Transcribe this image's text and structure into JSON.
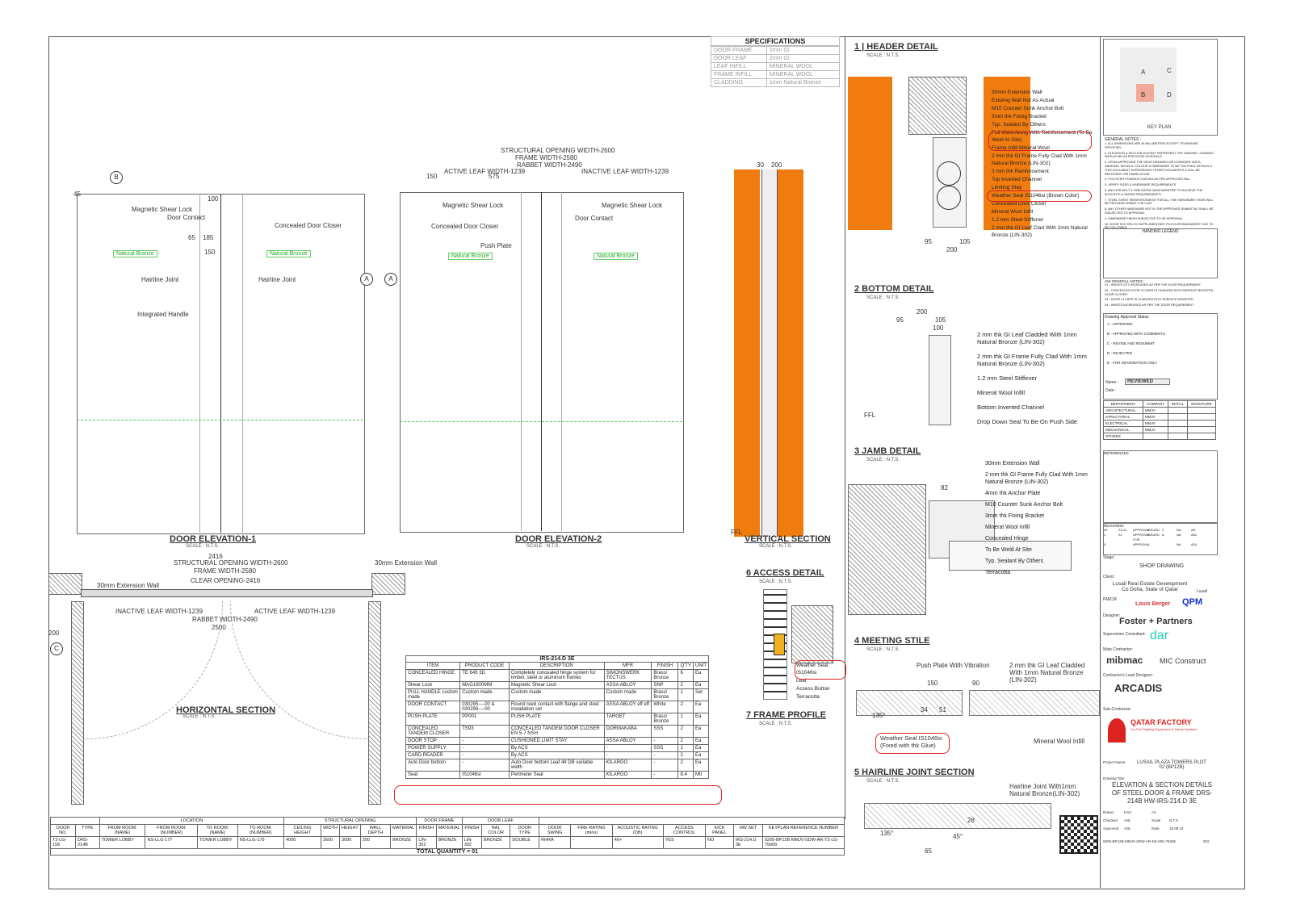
{
  "specifications": {
    "title": "SPECIFICATIONS",
    "rows": [
      {
        "k": "DOOR FRAME",
        "v": "2mm GI"
      },
      {
        "k": "DOOR LEAF",
        "v": "2mm GI"
      },
      {
        "k": "LEAF INFILL",
        "v": "MINERAL WOOL"
      },
      {
        "k": "FRAME INFILL",
        "v": "MINERAL WOOL"
      },
      {
        "k": "CLADDING",
        "v": "1mm Natural Bronze"
      }
    ]
  },
  "elevation1": {
    "title": "DOOR ELEVATION-1",
    "scale": "SCALE : N.T.S.",
    "labels": {
      "magnetic": "Magnetic Shear Lock",
      "door_contact": "Door Contact",
      "concealed": "Concealed Door Closer",
      "hairline": "Hairline Joint",
      "handle": "Integrated Handle",
      "bronze": "Natural Bronze",
      "dim150": "150",
      "dim65": "65",
      "dim185": "185",
      "dim100": "100",
      "dim45": "45"
    }
  },
  "elevation2": {
    "title": "DOOR ELEVATION-2",
    "scale": "SCALE : N.T.S.",
    "dims": {
      "structural": "STRUCTURAL OPENING WIDTH-2600",
      "frame": "FRAME WIDTH-2580",
      "rabbet": "RABBET WIDTH-2490",
      "active": "ACTIVE LEAF WIDTH-1239",
      "inactive": "INACTIVE LEAF WIDTH-1239",
      "d150": "150",
      "d575": "575"
    },
    "push_plate": "Push Plate"
  },
  "vertical_section": {
    "title": "VERTICAL SECTION",
    "scale": "SCALE : N.T.S.",
    "d30": "30",
    "d200": "200",
    "ffl": "FFL"
  },
  "horizontal_section": {
    "title": "HORIZONTAL SECTION",
    "scale": "SCALE : N.T.S.",
    "dims": {
      "w2416": "2416",
      "structural": "STRUCTURAL OPENING WIDTH-2600",
      "frame": "FRAME WIDTH-2580",
      "clear": "CLEAR OPENING-2416",
      "inactive": "INACTIVE LEAF WIDTH-1239",
      "active": "ACTIVE LEAF WIDTH-1239",
      "rabbet": "RABBET WIDTH-2490",
      "w2500": "2500",
      "ext": "30mm Extension Wall",
      "d200": "200"
    }
  },
  "hardware": {
    "title": "IRS-214.D 3E",
    "headers": [
      "ITEM",
      "PRODUCT CODE",
      "DESCRIPTION",
      "MFR",
      "FINISH",
      "Q'TY",
      "UNIT"
    ],
    "rows": [
      [
        "CONCEALED HINGE",
        "TE 645 3D",
        "Completely concealed hinge system for timber, steel or aluminum frames",
        "SIMONSWERK TECTUS",
        "Brass/ Bronze",
        "6",
        "Ea"
      ],
      [
        "Shear Lock",
        "MAG1600MM",
        "Magnetic Shear Lock",
        "ASSA ABLOY",
        "SNP",
        "2",
        "Ea"
      ],
      [
        "PULL HANDLE custom made",
        "Custom made",
        "Custom made",
        "Custom made",
        "Brass/ Bronze",
        "1",
        "Set"
      ],
      [
        "DOOR CONTACT",
        "030295----00 & 030296----00",
        "Round reed contact with flange and steel installation set",
        "ASSA ABLOY eff eff",
        "White",
        "2",
        "Ea"
      ],
      [
        "PUSH PLATE",
        "PP001",
        "PUSH PLATE",
        "TARGET",
        "Brass/ Bronze",
        "1",
        "Ea"
      ],
      [
        "CONCEALED TANDEM CLOSER",
        "TS93",
        "CONCEALED TANDEM DOOR CLOSER EN 5-7 NSH",
        "DORMAKABA",
        "SSS",
        "2",
        "Ea"
      ],
      [
        "DOOR STOP",
        "-",
        "CUSHIONED LIMIT STAY",
        "ASSA ABLOY",
        "-",
        "2",
        "Ea"
      ],
      [
        "POWER SUPPLY",
        "-",
        "By ACS",
        "-",
        "SSS",
        "1",
        "Ea"
      ],
      [
        "CARD READER",
        "-",
        "By ACS",
        "-",
        "-",
        "2",
        "Ea"
      ],
      [
        "Auto Door bottom",
        "-",
        "Auto Door bottom Leaf 48 DB variable width",
        "KILARGO",
        "-",
        "2",
        "Ea"
      ],
      [
        "Seal",
        "IS1046si",
        "Perimeter Seal",
        "KILARGO",
        "-",
        "8.4",
        "Mtr"
      ]
    ]
  },
  "schedule": {
    "group_headers": [
      "LOCATION",
      "STRUCTURAL OPENING",
      "DOOR FRAME",
      "DOOR LEAF"
    ],
    "headers": [
      "DOOR NO.",
      "TYPE",
      "FROM ROOM: (NAME)",
      "FROM ROOM: (NUMBER)",
      "TO ROOM: (NAME)",
      "TO ROOM: (NUMBER)",
      "CEILING HEIGHT",
      "WIDTH",
      "HEIGHT",
      "WALL DEPTH",
      "MATERIAL",
      "FINISH",
      "MATERIAL",
      "FINISH",
      "RAL COLOR",
      "DOOR TYPE",
      "DOOR SWING",
      "FIRE RATING (mins)",
      "ACOUSTIC RATING (DB)",
      "ACCESS CONTROL",
      "KICK PANEL",
      "HW SET",
      "KEYPLAN REFERENCE NUMBER"
    ],
    "row": [
      "T2-LG-158",
      "DRS-214B",
      "TOWER LOBBY",
      "NS-LLG-177",
      "TOWER LOBBY",
      "NS-LLG-179",
      "4000",
      "2600",
      "3090",
      "200",
      "BRONZE",
      "LIN-302",
      "BRONZE",
      "LIN-302",
      "BRONZE",
      "DOUBLE",
      "RHRA",
      "-",
      "40+",
      "YES",
      "NO",
      "IRS-214.D 3E",
      "9205-BP12B-MMJV-SDW-AR-T2-LG-75009"
    ],
    "total": "TOTAL QUANTITY = 01"
  },
  "header_detail": {
    "title": "1 | HEADER DETAIL",
    "scale": "SCALE : N.T.S.",
    "notes": [
      "30mm Extension Wall",
      "Existing Wall Not As Actual",
      "M10 Counter Sunk Anchor Bolt",
      "3mm thk Fixing Bracket",
      "Typ. Sealant By Others",
      "Full Weld Along With Reinforcement (To Be Weld At Site)",
      "Frame Infill Mineral Wool",
      "2 mm thk GI Frame Fully Clad With 1mm Natural Bronze (LIN-302)",
      "3 mm thk Reinforcement",
      "Top Inverted Channel",
      "Limiting Stay",
      "Weather Seal IS1046si (Brown Color)",
      "Concealed Door Closer",
      "Mineral Wool Infill",
      "1.2 mm Steel Stiffener",
      "2 mm thk GI Leaf Clad With 1mm Natural Bronze (LIN-302)"
    ],
    "dims": {
      "d95": "95",
      "d105": "105",
      "d200": "200"
    }
  },
  "bottom_detail": {
    "title": "2 BOTTOM DETAIL",
    "scale": "SCALE : N.T.S.",
    "notes": [
      "2 mm thk GI Leaf Cladded With 1mm Natural Bronze (LIN-302)",
      "2 mm thk GI Frame Fully Clad With 1mm Natural Bronze (LIN-302)",
      "1.2 mm Steel Stiffener",
      "Mineral Wool Infill",
      "Bottom Inverted Channel",
      "Drop Down Seal To Be On Push Side"
    ],
    "dims": {
      "d200": "200",
      "d95": "95",
      "d105": "105",
      "d100": "100"
    },
    "ffl": "FFL"
  },
  "jamb_detail": {
    "title": "3 JAMB DETAIL",
    "scale": "SCALE : N.T.S.",
    "notes": [
      "30mm Extension Wall",
      "2 mm thk GI Frame Fully Clad With 1mm Natural Bronze (LIN-302)",
      "4mm thk Anchor Plate",
      "M10 Counter Sunk Anchor Bolt",
      "3mm thk Fixing Bracket",
      "Mineral Wool Infill",
      "Concealed Hinge",
      "To Be Weld At Site",
      "Typ. Sealant By Others",
      "Terracotta"
    ],
    "dims": {
      "d82": "82"
    }
  },
  "access_detail": {
    "title": "6 ACCESS DETAIL",
    "scale": "SCALE : N.T.S.",
    "notes": [
      "Weather Seal IS1046si",
      "Leaf",
      "Access Button",
      "Terracotta"
    ]
  },
  "frame_profile": {
    "title": "7 FRAME PROFILE",
    "scale": "SCALE : N.T.S."
  },
  "meeting_stile": {
    "title": "4 MEETING STILE",
    "scale": "SCALE : N.T.S.",
    "notes": [
      "Push Plate With Vibration",
      "2 mm thk GI Leaf Cladded With 1mm Natural Bronze (LIN-302)",
      "Weather Seal IS1046si (Fixed with thk Glue)",
      "Mineral Wool Infill"
    ],
    "dims": {
      "d150": "150",
      "d90": "90",
      "d34": "34",
      "d51": "51",
      "a135": "135°"
    }
  },
  "hairline": {
    "title": "5 HAIRLINE JOINT SECTION",
    "scale": "SCALE : N.T.S.",
    "notes": [
      "Hairline Joint With1mm Natural Bronze(LIN-302)"
    ],
    "dims": {
      "d28": "28",
      "d65": "65",
      "a135": "135°",
      "a45": "45°"
    }
  },
  "title_block": {
    "key_plan": "KEY PLAN",
    "key_letters": [
      "A",
      "C",
      "B",
      "D"
    ],
    "general_notes_title": "GENERAL NOTES :",
    "general_notes": [
      "1. ALL DIMENSIONS ARE IN MILLIMETERS EXCEPT OTHERWISE SPECIFIED.",
      "2. ELEVATION & SECTION DOESN'T REPRESENT THE HANDING. HANDING SHOULD BE AS PER DOOR SCHEDULE",
      "3. UPON APPROVING THE SHOP DRAWING WE CONSIDER SIZES, HANDING, DETAILS, COLOUR & HARDWARE TO BE THE FINAL DETAILS & THIS DOCUMENT SUPERSEDES OTHER DOCUMENTS & WILL BE RELEASED FOR FABRICATION.",
      "4. POLYSTER POWDER COATING AS PER APPROVED RAL",
      "5. VERIFY SIZES & HARDWARE REQUIREMENTS",
      "6. ANCHOR BOLT & FIRE RATED WEATHERSTRIP TO ACHIEVE THE ACOUSTIC & SMOKE REQUIREMENTS.",
      "7. STEEL SHEET REINFORCEMENT FOR ALL THE HARDWARE ITEMS WILL BE PROVIDED INSIDE THE LEAF",
      "8. ANY OTHER HARDWARE NOT IN THE APPROVED SUBMITTAL SHALL BE SUBJECTED TO APPROVAL",
      "9. HARDWARE FINISH SUBJECTED TO VE APPROVAL",
      "10. DOOR SCH REV 01 SUPPLEMENTARY FILE IN IRONMONGERY SCH TO BE FOLLOWED"
    ],
    "handing_legend": "HANDING LEGEND",
    "hw_notes_title": "HW GENERAL NOTES :",
    "hw_notes": [
      "01 - HINGES QTY INCREASED AS PER THE DOOR REQUIREMENT",
      "02 - CONCEALED DOOR CLOSER IS CHANGED INTO SURFACE MOUNTED DOOR CLOSER",
      "03 - DOOR CLOSER IS CHANGED INTO SURFACE MOUNTED",
      "04 - HINGES INCREASED AS PER THE DOOR REQUIREMENT"
    ],
    "approval_title": "Drawing Approval Status",
    "approval": [
      "A - APPROVED",
      "B - APPROVED WITH COMMENTS",
      "C - REVISE AND RESUBMIT",
      "D - REJECTED",
      "E - FOR INFORMATION ONLY"
    ],
    "name_label": "Name :",
    "date_label": "Date :",
    "reviewed": "REVIEWED",
    "dept_headers": [
      "DEPARTMENT",
      "COMPANY",
      "INITIAL",
      "SIGNATURE"
    ],
    "depts": [
      [
        "ARCHITECTURAL",
        "MMJV"
      ],
      [
        "STRUCTURAL",
        "MMJV"
      ],
      [
        "ELECTRICAL",
        "MMJV"
      ],
      [
        "MECHANICAL",
        "MMJV"
      ],
      [
        "OTHERS",
        ""
      ]
    ],
    "references": "REFERENCES",
    "revisions": "REVISIONS",
    "rev_rows": [
      [
        "02",
        "22.04",
        "APPROVAL",
        "ISSUED",
        "C",
        "NA",
        "AD"
      ],
      [
        "1",
        "24",
        "APPROVAL",
        "ISSUED",
        "A",
        "NA",
        "ADL"
      ],
      [
        "0",
        "",
        "FOR APPROVAL",
        "",
        "",
        "NA",
        "ADL"
      ]
    ],
    "stage": "Stage:",
    "shop_drawing": "SHOP DRAWING",
    "client_label": "Client:",
    "client": "Lusail Real Estate Development Co Doha, State of Qatar",
    "lusail": "Lusail",
    "pmcm": "PM/CM",
    "louis_berger": "Louis Berger",
    "qpm": "QPM",
    "designer": "Designer:",
    "foster": "Foster + Partners",
    "supervision": "Supervision Consultant:",
    "dar": "dar",
    "main_contractor": "Main Contractor:",
    "mibmac": "mibmac",
    "mic": "MIC Construct",
    "lead_designer": "Contractor's Lead Designer:",
    "arcadis": "ARCADIS",
    "sub_contractor": "Sub-Contractor:",
    "qatar_factory": "QATAR FACTORY",
    "qf_sub": "For Fire Fighting Equipment & Safety Systems",
    "project_name_label": "Project Name:",
    "project": "LUSAIL PLAZA TOWERS PLOT 02 (BP12B)",
    "drawing_title_label": "Drawing Title:",
    "drawing_title": "ELEVATION & SECTION DETAILS OF STEEL DOOR & FRAME DRS-214B HW-IRS-214.D 3E",
    "drawn": "Drawn",
    "drawn_v": "HAC",
    "checked": "Checked",
    "checked_v": "ADL",
    "approved": "Approved",
    "approved_v": "ADL",
    "scale_label": "Scale",
    "scale_v": "N.T.S",
    "size": "A3",
    "date": "Date",
    "date_v": "15.09.22",
    "drawing_no": "9205-BP12B-MMJV-SDW-AR-NS-000-75295",
    "rev": "002"
  }
}
